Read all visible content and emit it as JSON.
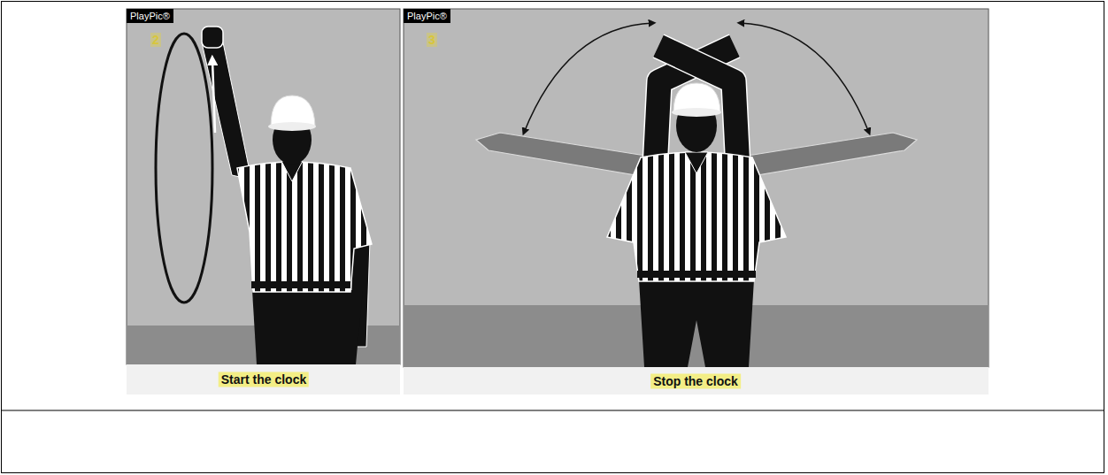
{
  "diagram": {
    "labels": [
      "PlayPic®",
      "2",
      "PlayPic®",
      "3",
      "Start the clock",
      "Stop the clock"
    ]
  }
}
